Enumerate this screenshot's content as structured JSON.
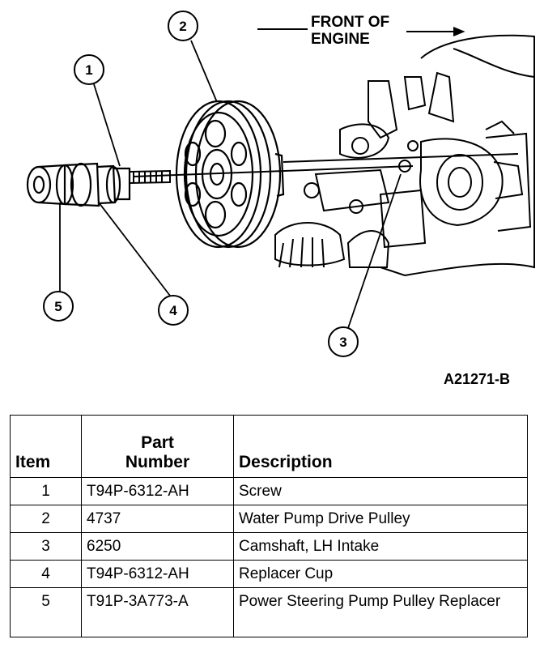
{
  "figure": {
    "orientation_label_line1": "FRONT OF",
    "orientation_label_line2": "ENGINE",
    "figure_code": "A21271-B",
    "callouts": [
      "1",
      "2",
      "3",
      "4",
      "5"
    ]
  },
  "table": {
    "headers": {
      "item": "Item",
      "part_number_line1": "Part",
      "part_number_line2": "Number",
      "description": "Description"
    },
    "rows": [
      {
        "item": "1",
        "part_number": "T94P-6312-AH",
        "description": "Screw"
      },
      {
        "item": "2",
        "part_number": "4737",
        "description": "Water Pump Drive Pulley"
      },
      {
        "item": "3",
        "part_number": "6250",
        "description": "Camshaft, LH Intake"
      },
      {
        "item": "4",
        "part_number": "T94P-6312-AH",
        "description": "Replacer Cup"
      },
      {
        "item": "5",
        "part_number": "T91P-3A773-A",
        "description": "Power Steering Pump Pulley Replacer"
      }
    ]
  }
}
